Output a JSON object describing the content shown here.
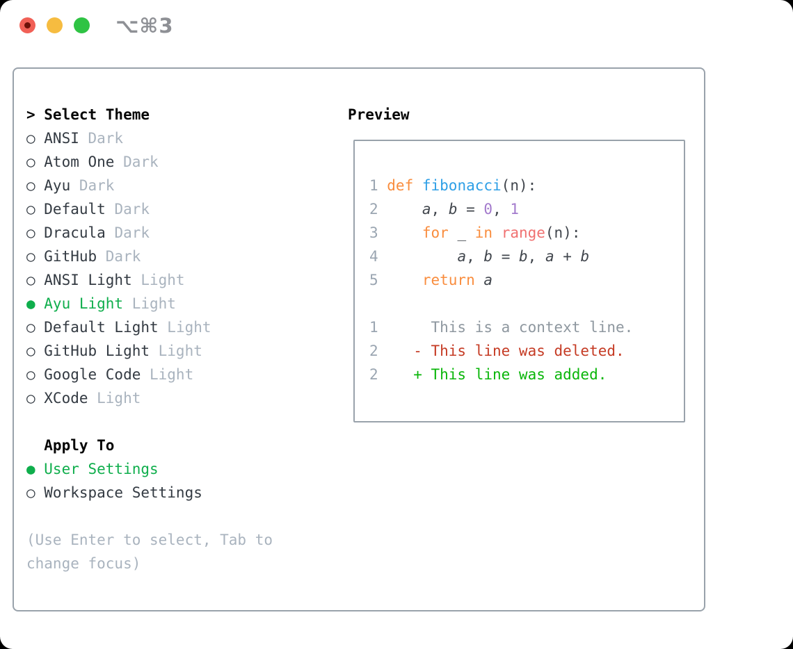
{
  "titlebar": {
    "title": "⌥⌘3",
    "buttons": [
      "close",
      "minimize",
      "zoom"
    ]
  },
  "theme_list": {
    "cursor": ">",
    "header": "Select Theme",
    "items": [
      {
        "name": "ANSI",
        "tag": "Dark",
        "selected": false
      },
      {
        "name": "Atom One",
        "tag": "Dark",
        "selected": false
      },
      {
        "name": "Ayu",
        "tag": "Dark",
        "selected": false
      },
      {
        "name": "Default",
        "tag": "Dark",
        "selected": false
      },
      {
        "name": "Dracula",
        "tag": "Dark",
        "selected": false
      },
      {
        "name": "GitHub",
        "tag": "Dark",
        "selected": false
      },
      {
        "name": "ANSI Light",
        "tag": "Light",
        "selected": false
      },
      {
        "name": "Ayu Light",
        "tag": "Light",
        "selected": true
      },
      {
        "name": "Default Light",
        "tag": "Light",
        "selected": false
      },
      {
        "name": "GitHub Light",
        "tag": "Light",
        "selected": false
      },
      {
        "name": "Google Code",
        "tag": "Light",
        "selected": false
      },
      {
        "name": "XCode",
        "tag": "Light",
        "selected": false
      }
    ]
  },
  "apply_to": {
    "header": "Apply To",
    "options": [
      {
        "label": "User Settings",
        "selected": true
      },
      {
        "label": "Workspace Settings",
        "selected": false
      }
    ]
  },
  "help": {
    "text": "(Use Enter to select, Tab to change focus)"
  },
  "preview": {
    "header": "Preview",
    "code_lines": [
      {
        "num": "1",
        "segments": [
          {
            "t": "def",
            "c": "keyword"
          },
          {
            "t": " ",
            "c": "default"
          },
          {
            "t": "fibonacci",
            "c": "function"
          },
          {
            "t": "(n):",
            "c": "default"
          }
        ]
      },
      {
        "num": "2",
        "segments": [
          {
            "t": "    ",
            "c": "default"
          },
          {
            "t": "a",
            "c": "variable",
            "i": true
          },
          {
            "t": ", ",
            "c": "default"
          },
          {
            "t": "b",
            "c": "variable",
            "i": true
          },
          {
            "t": " = ",
            "c": "default"
          },
          {
            "t": "0",
            "c": "number"
          },
          {
            "t": ", ",
            "c": "default"
          },
          {
            "t": "1",
            "c": "number"
          }
        ]
      },
      {
        "num": "3",
        "segments": [
          {
            "t": "    ",
            "c": "default"
          },
          {
            "t": "for",
            "c": "keyword"
          },
          {
            "t": " _ ",
            "c": "default"
          },
          {
            "t": "in",
            "c": "keyword"
          },
          {
            "t": " ",
            "c": "default"
          },
          {
            "t": "range",
            "c": "builtin"
          },
          {
            "t": "(n):",
            "c": "default"
          }
        ]
      },
      {
        "num": "4",
        "segments": [
          {
            "t": "        ",
            "c": "default"
          },
          {
            "t": "a",
            "c": "variable",
            "i": true
          },
          {
            "t": ", ",
            "c": "default"
          },
          {
            "t": "b",
            "c": "variable",
            "i": true
          },
          {
            "t": " = ",
            "c": "default"
          },
          {
            "t": "b",
            "c": "variable",
            "i": true
          },
          {
            "t": ", ",
            "c": "default"
          },
          {
            "t": "a",
            "c": "variable",
            "i": true
          },
          {
            "t": " + ",
            "c": "default"
          },
          {
            "t": "b",
            "c": "variable",
            "i": true
          }
        ]
      },
      {
        "num": "5",
        "segments": [
          {
            "t": "    ",
            "c": "default"
          },
          {
            "t": "return",
            "c": "keyword"
          },
          {
            "t": " ",
            "c": "default"
          },
          {
            "t": "a",
            "c": "variable",
            "i": true
          }
        ]
      }
    ],
    "diff_lines": [
      {
        "num": "1",
        "sign": "",
        "text": "This is a context line.",
        "type": "context"
      },
      {
        "num": "2",
        "sign": "-",
        "text": "This line was deleted.",
        "type": "deleted"
      },
      {
        "num": "2",
        "sign": "+",
        "text": "This line was added.",
        "type": "added"
      }
    ]
  },
  "markers": {
    "selected": "●",
    "unselected": "○"
  },
  "colors": {
    "accent_green": "#0fae4c",
    "window_border": "#99a2ab",
    "traffic_red": "#f16056",
    "traffic_red_dot": "#6e1108",
    "traffic_yellow": "#f6bc40",
    "traffic_green": "#2fc344",
    "title_gray": "#8e9095",
    "header_text": "#060606",
    "item_text": "#333a42",
    "tag_text": "#a9b3be",
    "help_text": "#a9b3be",
    "line_number": "#9aa5b1",
    "syntax": {
      "keyword": "#f98d3e",
      "function": "#2e9fe6",
      "builtin": "#f07171",
      "number": "#a37acc",
      "default": "#41464d",
      "variable": "#41464d"
    },
    "diff": {
      "context": "#8e979f",
      "deleted": "#c53b24",
      "added": "#0ab60a"
    }
  }
}
